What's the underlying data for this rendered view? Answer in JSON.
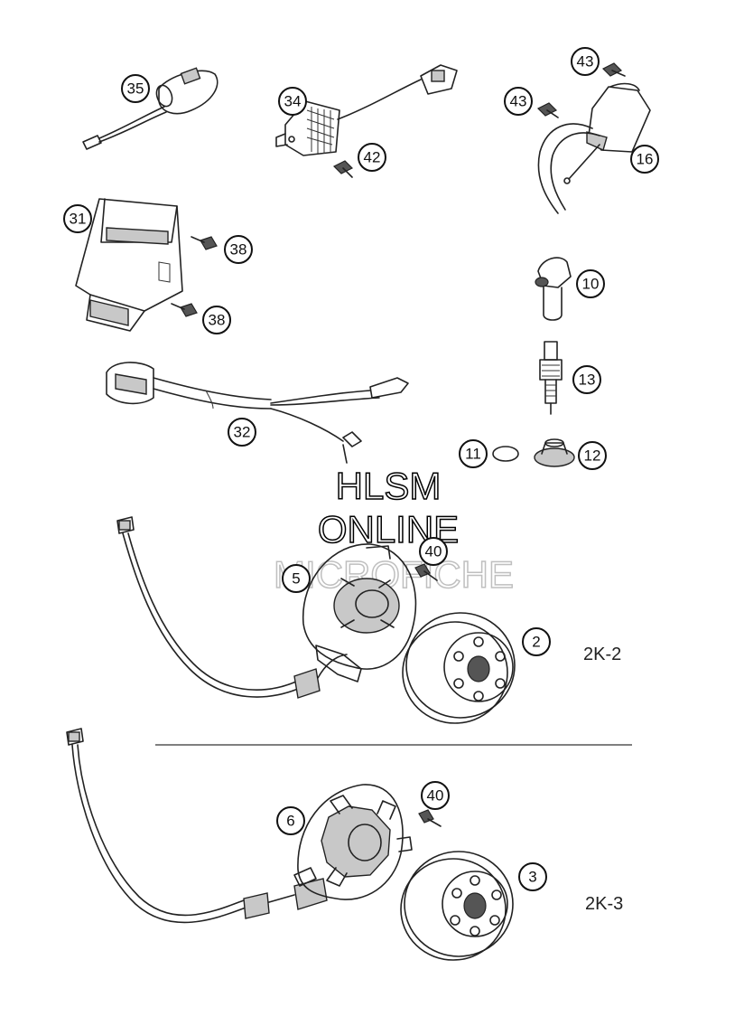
{
  "callouts": [
    {
      "id": "35",
      "label": "35"
    },
    {
      "id": "34",
      "label": "34"
    },
    {
      "id": "42",
      "label": "42"
    },
    {
      "id": "43a",
      "label": "43"
    },
    {
      "id": "43b",
      "label": "43"
    },
    {
      "id": "16",
      "label": "16"
    },
    {
      "id": "31",
      "label": "31"
    },
    {
      "id": "38a",
      "label": "38"
    },
    {
      "id": "38b",
      "label": "38"
    },
    {
      "id": "10",
      "label": "10"
    },
    {
      "id": "13",
      "label": "13"
    },
    {
      "id": "32",
      "label": "32"
    },
    {
      "id": "11",
      "label": "11"
    },
    {
      "id": "12",
      "label": "12"
    },
    {
      "id": "40a",
      "label": "40"
    },
    {
      "id": "5",
      "label": "5"
    },
    {
      "id": "2",
      "label": "2"
    },
    {
      "id": "40b",
      "label": "40"
    },
    {
      "id": "6",
      "label": "6"
    },
    {
      "id": "3",
      "label": "3"
    }
  ],
  "variants": {
    "upper": "2K-2",
    "lower": "2K-3"
  },
  "watermark": {
    "line1": "HLSM",
    "line2": "ONLINE",
    "line3": "MICROFICHE"
  }
}
